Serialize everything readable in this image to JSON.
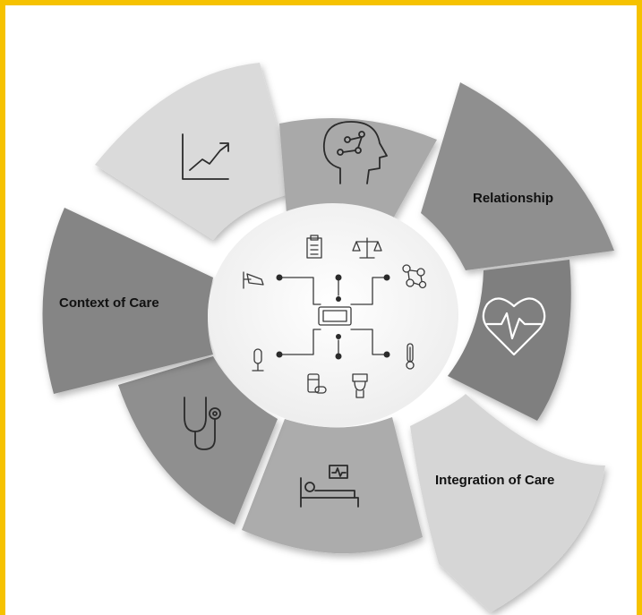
{
  "segments": {
    "relationship": "Relationship",
    "context_of_care": "Context of Care",
    "integration_of_care": "Integration of Care"
  },
  "icons": {
    "top_left": "trend-chart-icon",
    "top": "brain-head-icon",
    "right": "heart-pulse-icon",
    "bottom": "hospital-bed-monitor-icon",
    "left_bottom": "stethoscope-icon",
    "center": "connected-device-hub-icon"
  },
  "colors": {
    "frame": "#f6c200",
    "light_segment": "#d9d9d9",
    "mid_segment": "#a6a6a6",
    "dark_segment": "#8c8c8c",
    "hub": "#f7f7f7"
  }
}
